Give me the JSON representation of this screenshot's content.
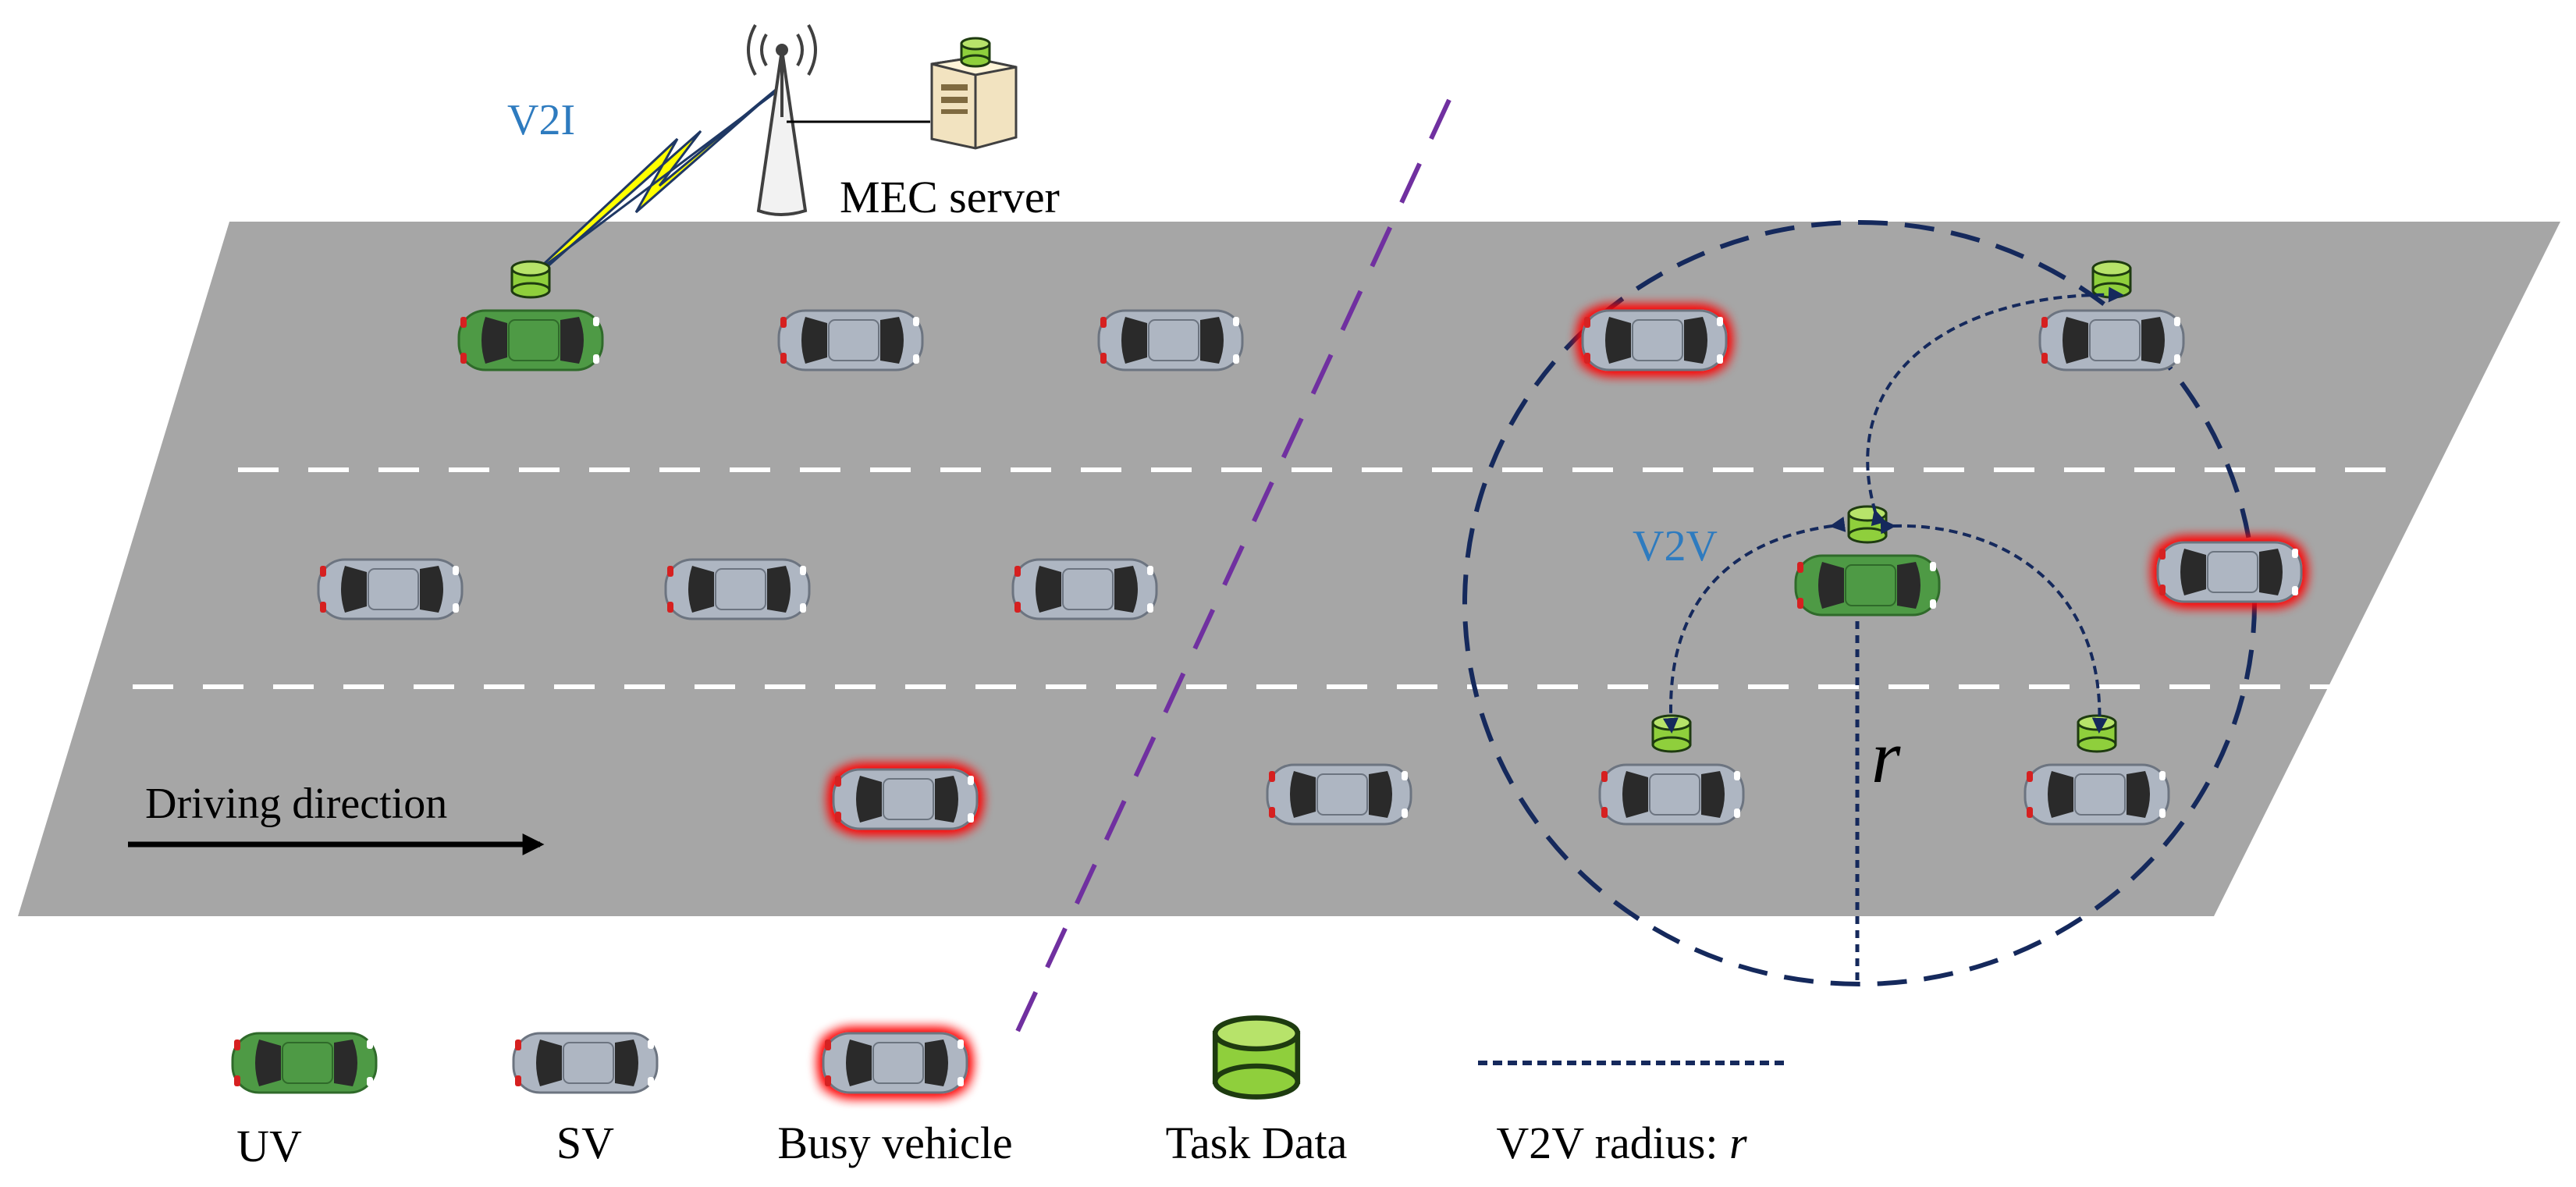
{
  "labels": {
    "v2i": "V2I",
    "mec_server": "MEC server",
    "v2v": "V2V",
    "radius_symbol": "r",
    "driving_direction": "Driving direction"
  },
  "legend": {
    "uv": "UV",
    "sv": "SV",
    "busy": "Busy vehicle",
    "task": "Task Data",
    "radius_prefix": "V2V radius: ",
    "radius_symbol": "r"
  },
  "colors": {
    "road": "#a6a6a6",
    "lane_marking": "#ffffff",
    "uv_body": "#4e9a45",
    "sv_body": "#aeb6c2",
    "busy_glow": "#ff0000",
    "task_data": "#8fcf3c",
    "v2v_circle": "#15295c",
    "v2i_bolt": "#ffff00",
    "label_blue": "#2e7bbf",
    "divider": "#7030a0"
  },
  "vehicles": [
    {
      "kind": "uv",
      "task": true
    },
    {
      "kind": "sv",
      "task": false
    },
    {
      "kind": "sv",
      "task": false
    },
    {
      "kind": "busy",
      "task": false
    },
    {
      "kind": "sv",
      "task": true
    },
    {
      "kind": "sv",
      "task": false
    },
    {
      "kind": "sv",
      "task": false
    },
    {
      "kind": "sv",
      "task": false
    },
    {
      "kind": "uv",
      "task": true
    },
    {
      "kind": "busy",
      "task": false
    },
    {
      "kind": "busy",
      "task": false
    },
    {
      "kind": "sv",
      "task": false
    },
    {
      "kind": "sv",
      "task": true
    },
    {
      "kind": "sv",
      "task": true
    }
  ]
}
